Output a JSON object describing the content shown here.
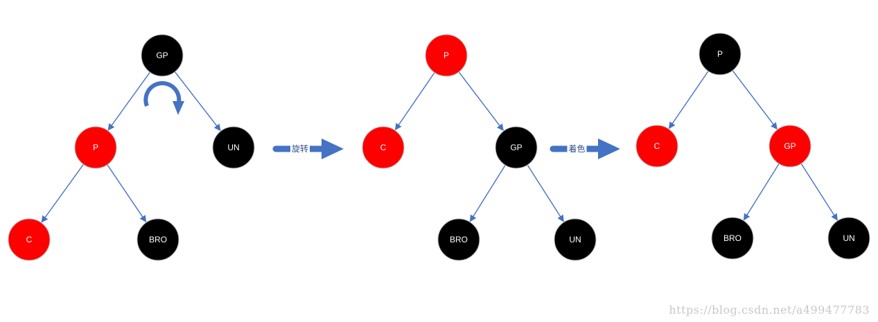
{
  "colors": {
    "red": "#FF0000",
    "black": "#000000",
    "node_border": "#BFBFBF",
    "edge": "#4472C4",
    "transition_arrow": "#4472C4",
    "watermark": "#C8C8C8"
  },
  "trees": [
    {
      "nodes": [
        {
          "id": "gp",
          "label": "GP",
          "color": "black"
        },
        {
          "id": "p",
          "label": "P",
          "color": "red"
        },
        {
          "id": "un",
          "label": "UN",
          "color": "black"
        },
        {
          "id": "c",
          "label": "C",
          "color": "red"
        },
        {
          "id": "bro",
          "label": "BRO",
          "color": "black"
        }
      ],
      "edges": [
        [
          "gp",
          "p"
        ],
        [
          "gp",
          "un"
        ],
        [
          "p",
          "c"
        ],
        [
          "p",
          "bro"
        ]
      ],
      "rotation_icon": "clockwise-rotation-icon"
    },
    {
      "nodes": [
        {
          "id": "p",
          "label": "P",
          "color": "red"
        },
        {
          "id": "c",
          "label": "C",
          "color": "red"
        },
        {
          "id": "gp",
          "label": "GP",
          "color": "black"
        },
        {
          "id": "bro",
          "label": "BRO",
          "color": "black"
        },
        {
          "id": "un",
          "label": "UN",
          "color": "black"
        }
      ],
      "edges": [
        [
          "p",
          "c"
        ],
        [
          "p",
          "gp"
        ],
        [
          "gp",
          "bro"
        ],
        [
          "gp",
          "un"
        ]
      ]
    },
    {
      "nodes": [
        {
          "id": "p",
          "label": "P",
          "color": "black"
        },
        {
          "id": "c",
          "label": "C",
          "color": "red"
        },
        {
          "id": "gp",
          "label": "GP",
          "color": "red"
        },
        {
          "id": "bro",
          "label": "BRO",
          "color": "black"
        },
        {
          "id": "un",
          "label": "UN",
          "color": "black"
        }
      ],
      "edges": [
        [
          "p",
          "c"
        ],
        [
          "p",
          "gp"
        ],
        [
          "gp",
          "bro"
        ],
        [
          "gp",
          "un"
        ]
      ]
    }
  ],
  "transitions": [
    {
      "label": "旋转"
    },
    {
      "label": "着色"
    }
  ],
  "watermark": "https://blog.csdn.net/a499477783"
}
